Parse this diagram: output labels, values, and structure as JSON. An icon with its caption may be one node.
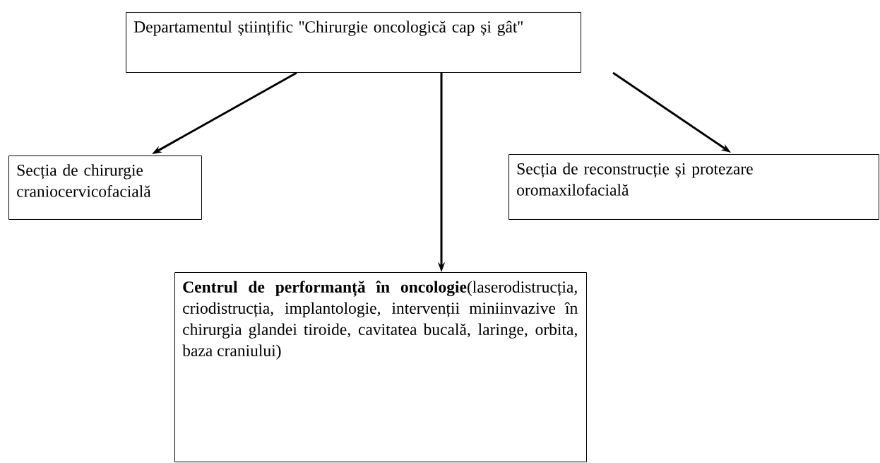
{
  "diagram": {
    "nodes": [
      {
        "text": [
          "Departamentul științific ''Chirurgie oncologică cap și gât''"
        ]
      },
      {
        "text": [
          "Secția de chirurgie craniocervicofacială"
        ]
      },
      {
        "text": [
          "Secția de reconstrucție și protezare oromaxilofacială"
        ]
      },
      {
        "text": [
          "**Centrul de performanță în oncologie**(laserodistrucția, criodistrucția, implantologie, intervenții miniinvazive în chirurgia glandei tiroide, cavitatea bucală, laringe, orbita, baza craniului)"
        ]
      }
    ],
    "edges": [
      {
        "from": 0,
        "to": 1,
        "arrow": "to"
      },
      {
        "from": 0,
        "to": 3,
        "arrow": "to"
      },
      {
        "from": 0,
        "to": 2,
        "arrow": "to"
      }
    ]
  }
}
